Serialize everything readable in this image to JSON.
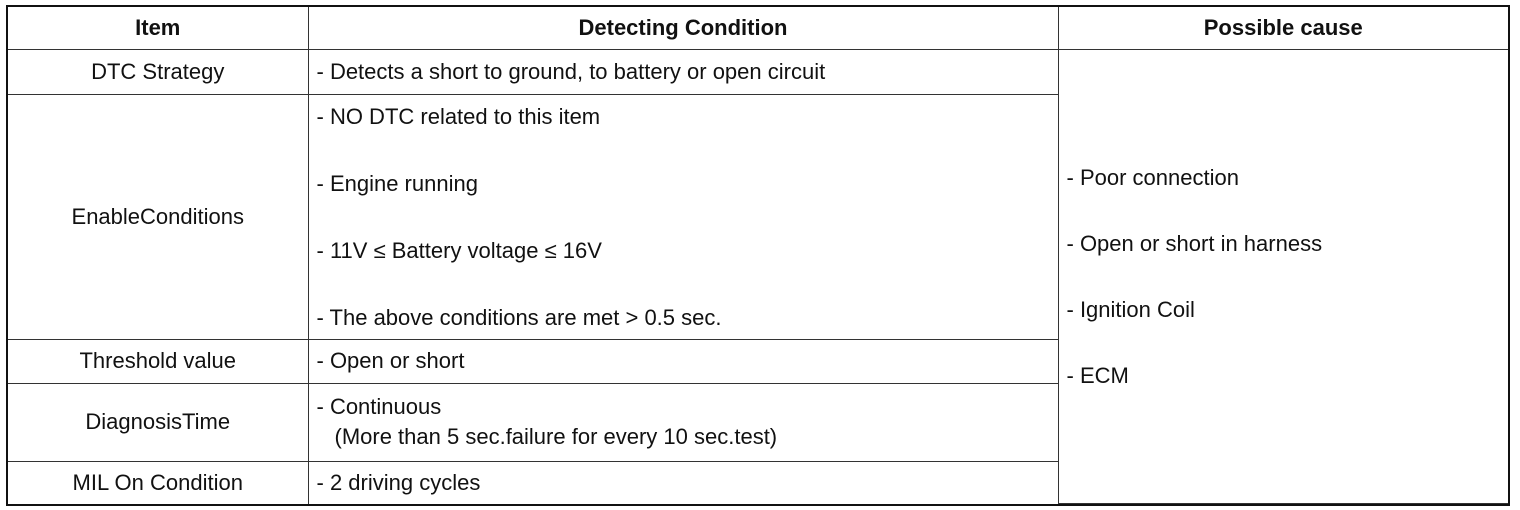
{
  "headers": {
    "item": "Item",
    "detecting": "Detecting Condition",
    "cause": "Possible cause"
  },
  "rows": [
    {
      "item": "DTC Strategy",
      "conditions": [
        "- Detects a short to ground, to battery or open circuit"
      ]
    },
    {
      "item": "EnableConditions",
      "conditions": [
        "- NO DTC related to this item",
        "- Engine running",
        "- 11V ≤ Battery voltage ≤ 16V",
        "- The above conditions are met > 0.5 sec."
      ]
    },
    {
      "item": "Threshold value",
      "conditions": [
        "- Open or short"
      ]
    },
    {
      "item": "DiagnosisTime",
      "conditions": [
        "- Continuous",
        "(More than 5 sec.failure for every 10 sec.test)"
      ]
    },
    {
      "item": "MIL On Condition",
      "conditions": [
        "- 2 driving cycles"
      ]
    }
  ],
  "causes": [
    "- Poor connection",
    "- Open or short in harness",
    "- Ignition Coil",
    "- ECM"
  ]
}
